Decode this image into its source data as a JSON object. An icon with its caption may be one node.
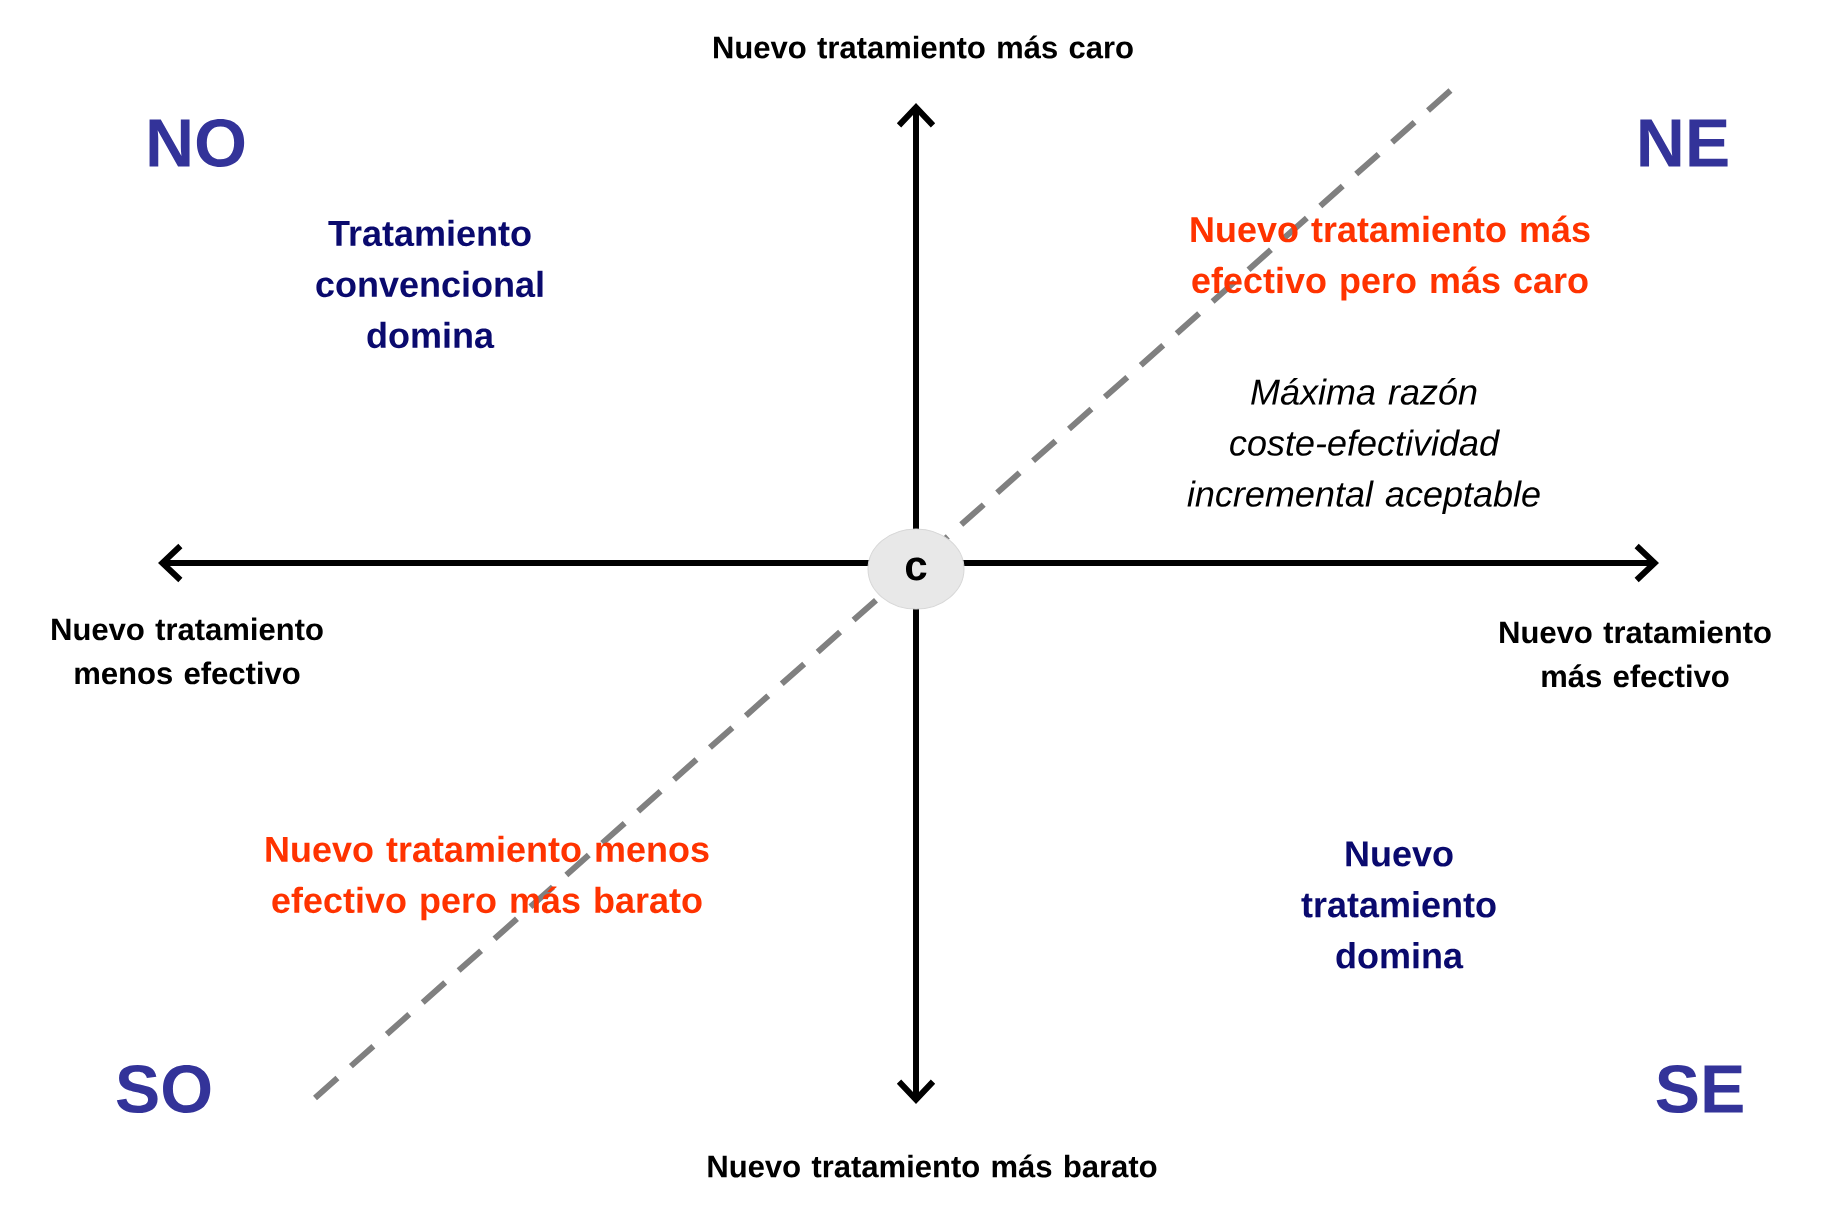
{
  "diagram": {
    "nodes": [
      {
        "text": [
          "c"
        ]
      }
    ],
    "labels": [
      "Nuevo tratamiento más caro",
      "NO",
      "NE",
      "Tratamiento convencional domina",
      "Nuevo tratamiento más efectivo pero más caro",
      "Máxima razón coste-efectividad incremental aceptable",
      "Nuevo tratamiento menos efectivo",
      "Nuevo tratamiento más efectivo",
      "Nuevo tratamiento menos efectivo pero más barato",
      "Nuevo tratamiento domina",
      "SO",
      "SE",
      "Nuevo tratamiento más barato"
    ]
  }
}
